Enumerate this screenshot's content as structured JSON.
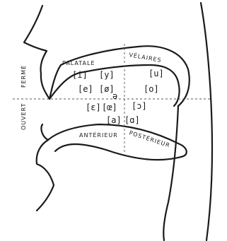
{
  "labels": {
    "palatale": "PALATALE",
    "velaires": "VÉLAIRES",
    "anterieur": "ANTÉRIEUR",
    "posterieur": "POSTÉRIEUR",
    "ferme": "FERMÉ",
    "ouvert": "OUVERT"
  },
  "vowels": {
    "i": "[i]",
    "y": "[y]",
    "u": "[u]",
    "e": "[e]",
    "o_slash": "[ø]",
    "schwa": "ə",
    "o": "[o]",
    "epsilon": "[ɛ]",
    "oe": "[œ]",
    "open_o": "[ɔ]",
    "a": "[a]",
    "alpha": "[ɑ]"
  }
}
